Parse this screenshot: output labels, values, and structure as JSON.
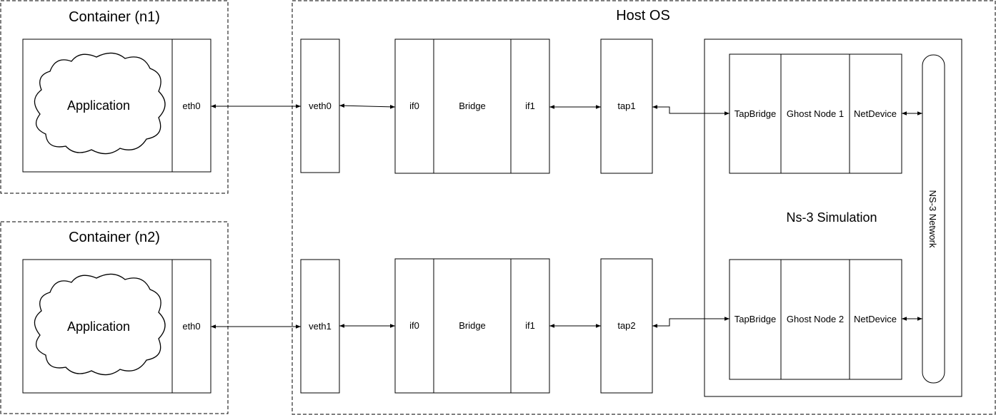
{
  "containers": [
    {
      "title": "Container (n1)",
      "app": "Application",
      "iface": "eth0"
    },
    {
      "title": "Container (n2)",
      "app": "Application",
      "iface": "eth0"
    }
  ],
  "host": {
    "title": "Host OS",
    "veths": [
      "veth0",
      "veth1"
    ],
    "bridges": [
      {
        "left": "if0",
        "center": "Bridge",
        "right": "if1"
      },
      {
        "left": "if0",
        "center": "Bridge",
        "right": "if1"
      }
    ],
    "taps": [
      "tap1",
      "tap2"
    ]
  },
  "ns3": {
    "title": "Ns-3 Simulation",
    "network": "NS-3 Network",
    "nodes": [
      {
        "bridge": "TapBridge",
        "node": "Ghost Node 1",
        "device": "NetDevice"
      },
      {
        "bridge": "TapBridge",
        "node": "Ghost Node 2",
        "device": "NetDevice"
      }
    ]
  }
}
